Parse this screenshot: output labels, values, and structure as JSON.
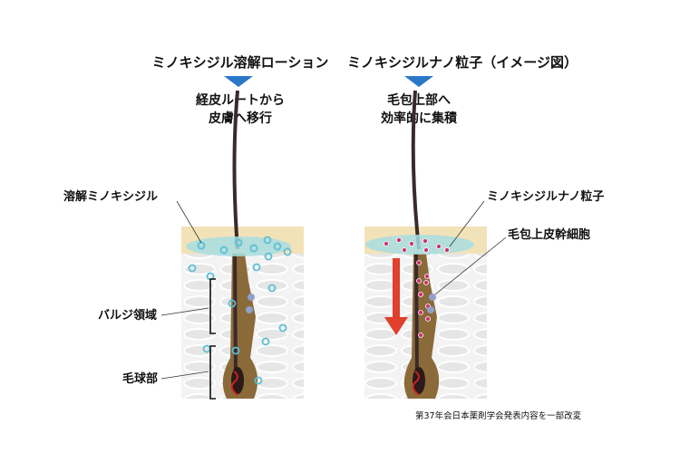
{
  "left": {
    "title": "ミノキシジル溶解ローション",
    "subtitle_line1": "経皮ルートから",
    "subtitle_line2": "皮膚へ移行"
  },
  "right": {
    "title": "ミノキシジルナノ粒子（イメージ図）",
    "subtitle_line1": "毛包上部へ",
    "subtitle_line2": "効率的に集積"
  },
  "labels": {
    "dissolved": "溶解ミノキシジル",
    "bulge": "バルジ領域",
    "bulb": "毛球部",
    "nano": "ミノキシジルナノ粒子",
    "stem": "毛包上皮幹細胞"
  },
  "footer": "第37年会日本薬剤学会発表内容を一部改変",
  "colors": {
    "arrow_blue": "#2a78c8",
    "skin_top": "#f2e2b8",
    "gel": "#a8dde0",
    "follicle": "#8b6a3a",
    "red_arrow": "#e0402c",
    "nano_dot": "#d0306a",
    "drug_dot": "#5bbfd6"
  }
}
